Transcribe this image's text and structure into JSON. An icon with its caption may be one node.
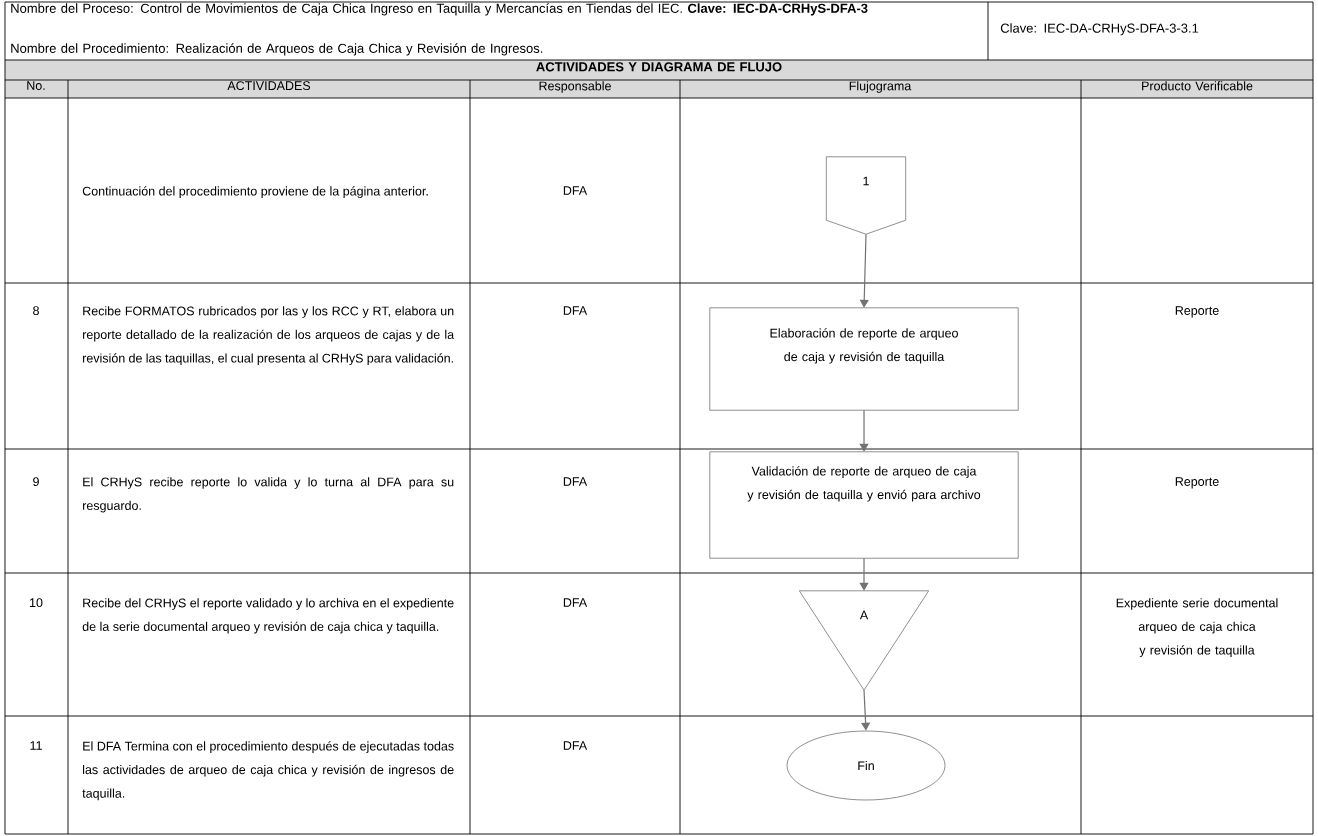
{
  "diagram": {
    "nodes": [
      {
        "text": [
          "1"
        ]
      },
      {
        "text": [
          "Elaboración de reporte de arqueo de caja y revisión de taquilla"
        ]
      },
      {
        "text": [
          "Validación de reporte de arqueo de caja y revisión de taquilla y envió para archivo"
        ]
      },
      {
        "text": [
          "A"
        ]
      },
      {
        "text": [
          "Fin"
        ]
      }
    ],
    "edges": [
      {
        "from": 0,
        "to": 1,
        "arrow": "to"
      },
      {
        "from": 1,
        "to": 2,
        "arrow": "to"
      },
      {
        "from": 2,
        "to": 3,
        "arrow": "to"
      },
      {
        "from": 3,
        "to": 4,
        "arrow": "to"
      }
    ],
    "labels": [
      "Nombre del Proceso: Control de Movimientos de Caja Chica Ingreso en Taquilla y Mercancías en Tiendas del IEC. **Clave: IEC-DA-CRHyS-DFA-3**",
      "Nombre del Procedimiento: Realización de Arqueos de Caja Chica y Revisión de Ingresos.",
      "Clave: IEC-DA-CRHyS-DFA-3-3.1",
      "ACTIVIDADES Y DIAGRAMA DE FLUJO",
      "No.",
      "ACTIVIDADES",
      "Responsable",
      "Flujograma",
      "Producto Verificable",
      "Continuación del procedimiento proviene de la página anterior.",
      "DFA",
      "8",
      "Recibe FORMATOS rubricados por las y los RCC y RT, elabora un reporte detallado de la realización de los arqueos de cajas y de la revisión de las taquillas, el cual presenta al CRHyS para validación.",
      "DFA",
      "Reporte",
      "9",
      "El CRHyS recibe reporte lo valida y lo turna al DFA para su resguardo.",
      "DFA",
      "Reporte",
      "10",
      "Recibe del CRHyS el reporte validado y lo archiva en el expediente de la serie documental arqueo y revisión de caja chica y taquilla.",
      "DFA",
      "Expediente serie documental arqueo de caja chica y revisión de taquilla",
      "11",
      "El DFA Termina con el procedimiento después de ejecutadas todas las actividades de arqueo de caja chica y revisión de ingresos de taquilla.",
      "DFA"
    ]
  }
}
